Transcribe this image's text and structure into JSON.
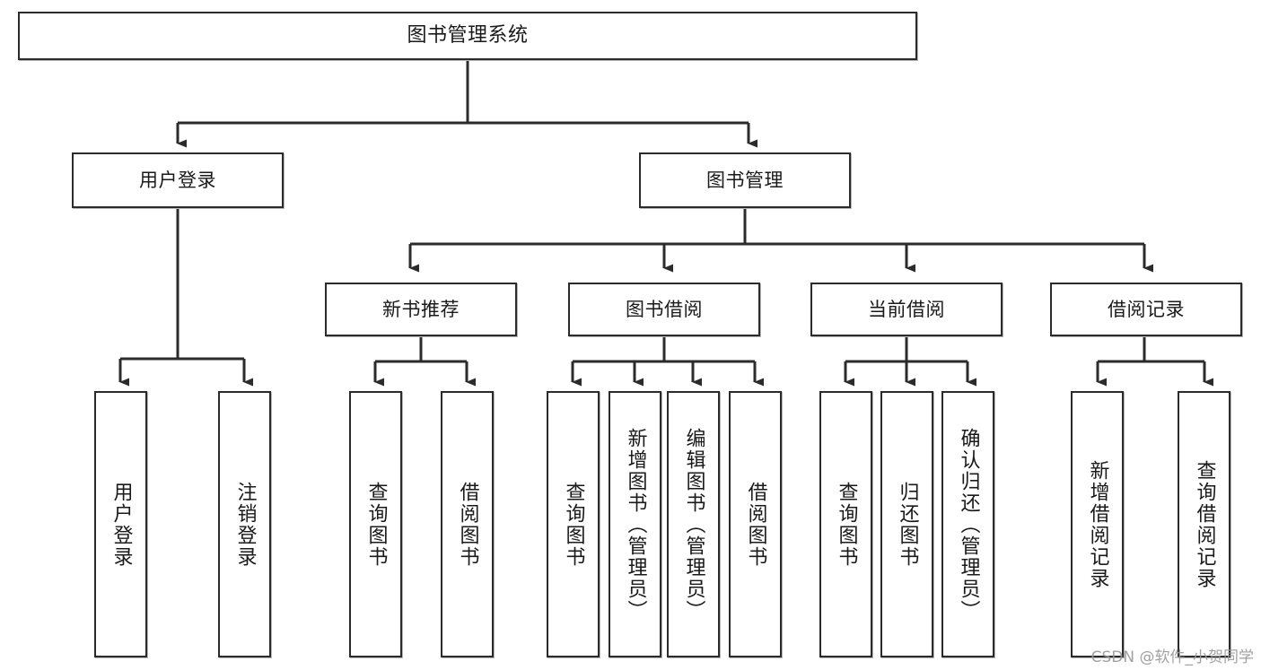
{
  "diagram": {
    "title": "图书管理系统",
    "type": "tree",
    "watermark": "CSDN @软件_小贺同学",
    "edge_color": "#2b2b2b",
    "box_border_color": "#2b2b2b",
    "box_fill_color": "#ffffff"
  },
  "nodes": {
    "root": {
      "label": "图书管理系统"
    },
    "level2": [
      {
        "id": "user-login",
        "label": "用户登录"
      },
      {
        "id": "book-manage",
        "label": "图书管理"
      }
    ],
    "level3": [
      {
        "id": "new-book-recommend",
        "label": "新书推荐"
      },
      {
        "id": "book-borrow",
        "label": "图书借阅"
      },
      {
        "id": "current-borrow",
        "label": "当前借阅"
      },
      {
        "id": "borrow-record",
        "label": "借阅记录"
      }
    ],
    "leaves": {
      "user-login": [
        {
          "id": "leaf-user-login",
          "label": "用户登录"
        },
        {
          "id": "leaf-logout-login",
          "label": "注销登录"
        }
      ],
      "new-book-recommend": [
        {
          "id": "leaf-query-book-1",
          "label": "查询图书"
        },
        {
          "id": "leaf-borrow-book-1",
          "label": "借阅图书"
        }
      ],
      "book-borrow": [
        {
          "id": "leaf-query-book-2",
          "label": "查询图书"
        },
        {
          "id": "leaf-add-book",
          "label": "新增图书（管理员）"
        },
        {
          "id": "leaf-edit-book",
          "label": "编辑图书（管理员）"
        },
        {
          "id": "leaf-borrow-book-2",
          "label": "借阅图书"
        }
      ],
      "current-borrow": [
        {
          "id": "leaf-query-book-3",
          "label": "查询图书"
        },
        {
          "id": "leaf-return-book",
          "label": "归还图书"
        },
        {
          "id": "leaf-confirm-return",
          "label": "确认归还（管理员）"
        }
      ],
      "borrow-record": [
        {
          "id": "leaf-add-record",
          "label": "新增借阅记录"
        },
        {
          "id": "leaf-query-record",
          "label": "查询借阅记录"
        }
      ]
    }
  }
}
